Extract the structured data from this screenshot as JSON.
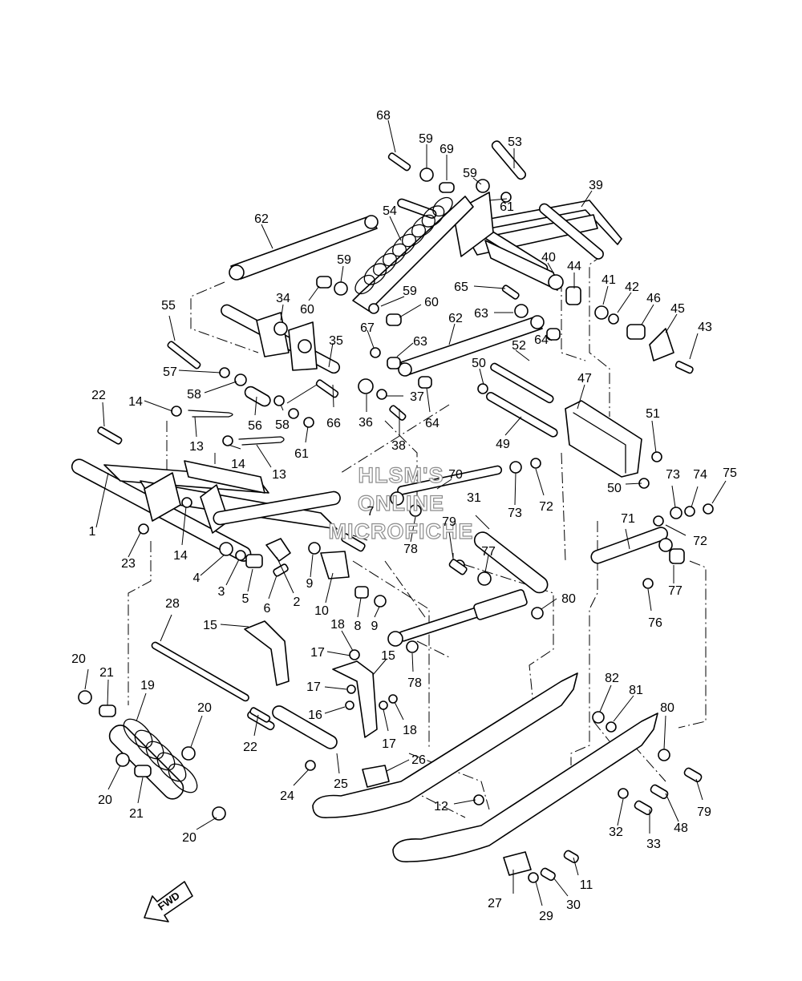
{
  "watermark": {
    "line1": "HLSM'S",
    "line2": "ONLINE",
    "line3": "MICROFICHE"
  },
  "fwd_label": "FWD",
  "part_labels": [
    "1",
    "2",
    "3",
    "4",
    "5",
    "6",
    "7",
    "8",
    "9",
    "9",
    "10",
    "11",
    "12",
    "13",
    "13",
    "14",
    "14",
    "14",
    "15",
    "15",
    "16",
    "17",
    "17",
    "17",
    "18",
    "18",
    "19",
    "20",
    "20",
    "20",
    "20",
    "21",
    "21",
    "22",
    "22",
    "23",
    "24",
    "25",
    "26",
    "27",
    "28",
    "29",
    "30",
    "31",
    "32",
    "33",
    "34",
    "35",
    "36",
    "37",
    "38",
    "39",
    "40",
    "41",
    "42",
    "43",
    "44",
    "45",
    "46",
    "47",
    "48",
    "49",
    "50",
    "50",
    "51",
    "52",
    "53",
    "54",
    "55",
    "56",
    "57",
    "58",
    "58",
    "59",
    "59",
    "59",
    "60",
    "60",
    "61",
    "61",
    "62",
    "62",
    "63",
    "63",
    "64",
    "64",
    "65",
    "66",
    "67",
    "68",
    "69",
    "70",
    "71",
    "72",
    "72",
    "73",
    "73",
    "74",
    "75",
    "76",
    "77",
    "77",
    "78",
    "78",
    "79",
    "79",
    "80",
    "80",
    "81",
    "82"
  ]
}
